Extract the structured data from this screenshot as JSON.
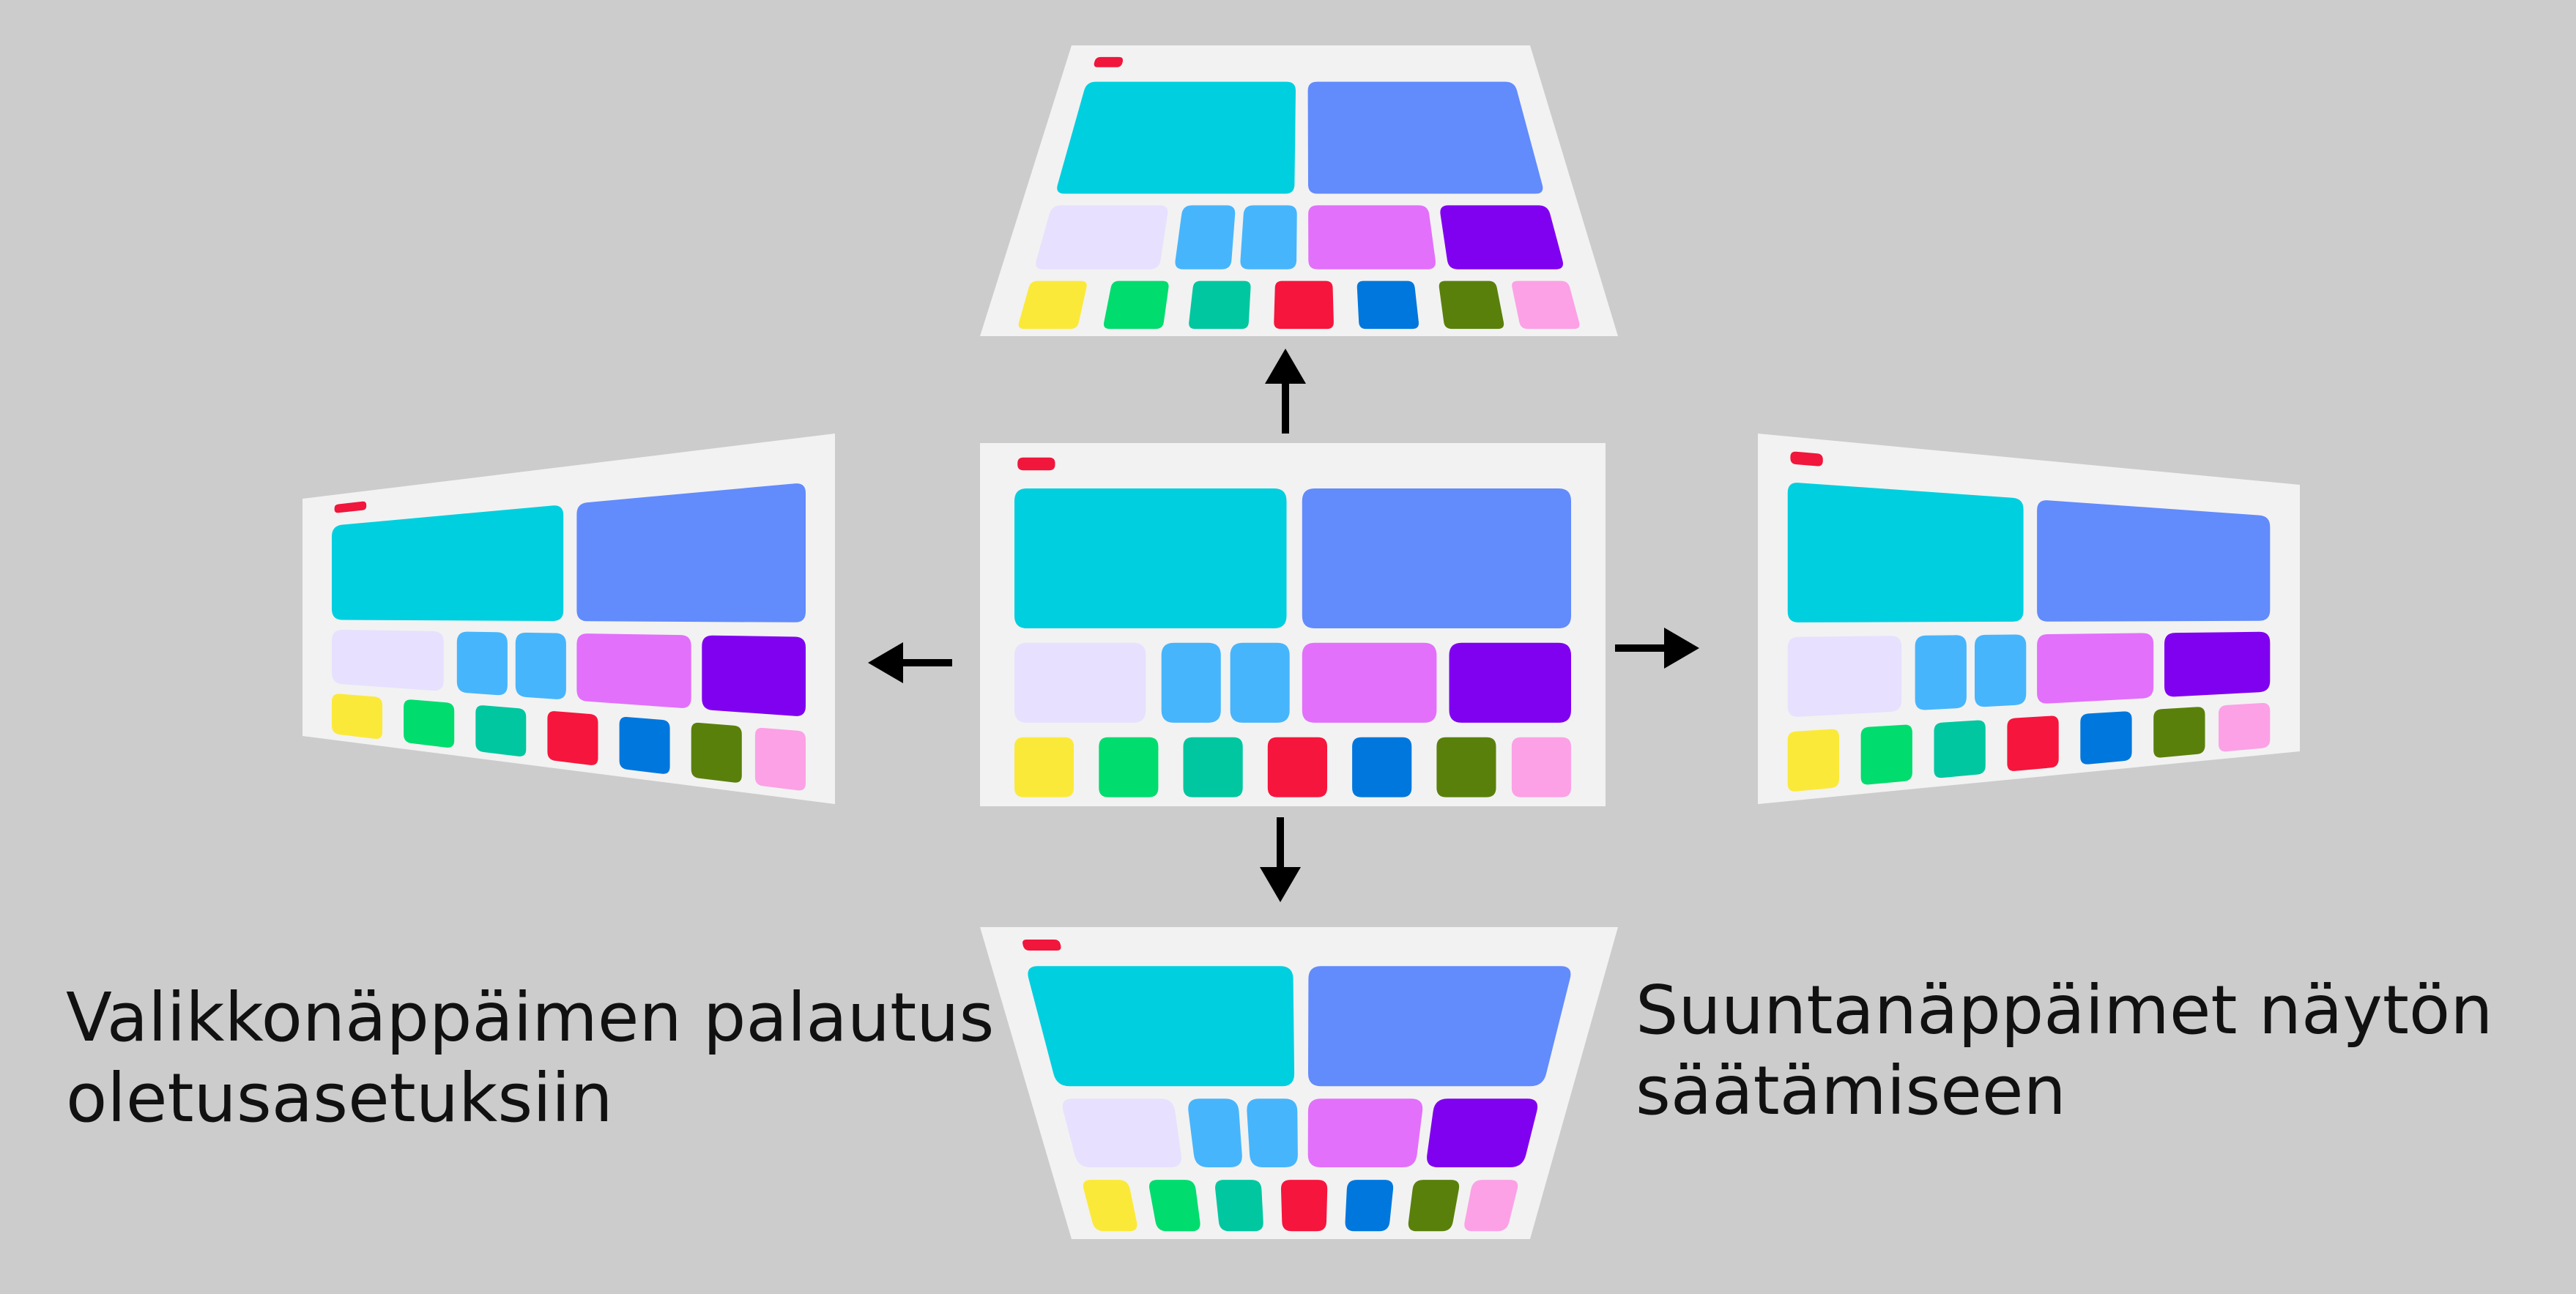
{
  "captions": {
    "left_line1": "Valikkonäppäimen palautus",
    "left_line2": "oletusasetuksiin",
    "right_line1": "Suuntanäppäimet näytön",
    "right_line2": "säätämiseen"
  },
  "colors": {
    "background": "#cccccc",
    "screen": "#f2f2f2",
    "arrow": "#000000",
    "indicator": "#f0163c",
    "tiles": {
      "cyan": "#00cfdf",
      "periwinkle": "#628bfc",
      "lavender": "#e7e0fe",
      "sky": "#47b5fc",
      "violet": "#e270fb",
      "purple": "#8001f0",
      "yellow": "#fbe93a",
      "green": "#00dc6e",
      "teal": "#00c79f",
      "red": "#f6153c",
      "blue": "#0077dd",
      "olive": "#5a800c",
      "pink": "#fca1e6"
    }
  },
  "screens": [
    {
      "name": "screen-center",
      "view": "normal"
    },
    {
      "name": "screen-top",
      "view": "keystone-top"
    },
    {
      "name": "screen-bottom",
      "view": "keystone-bottom"
    },
    {
      "name": "screen-left",
      "view": "keystone-left"
    },
    {
      "name": "screen-right",
      "view": "keystone-right"
    }
  ],
  "arrows": [
    {
      "name": "arrow-up",
      "direction": "up"
    },
    {
      "name": "arrow-down",
      "direction": "down"
    },
    {
      "name": "arrow-left",
      "direction": "left"
    },
    {
      "name": "arrow-right",
      "direction": "right"
    }
  ]
}
